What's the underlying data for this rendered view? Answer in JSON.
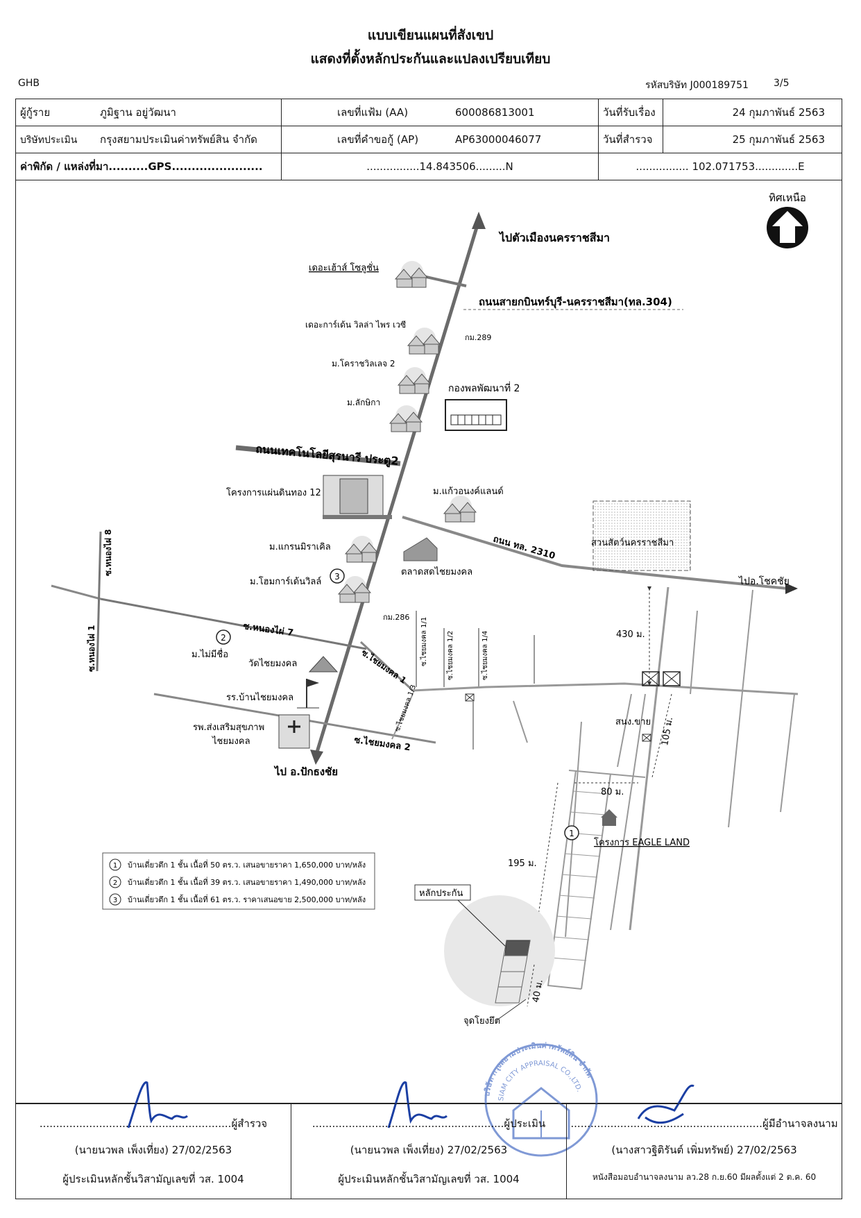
{
  "title_line1": "แบบเขียนแผนที่สังเขป",
  "title_line2": "แสดงที่ตั้งหลักประกันและแปลงเปรียบเทียบ",
  "ghb": "GHB",
  "company_code": "รหัสบริษัท J000189751",
  "page_no": "3/5",
  "info": {
    "borrower_label": "ผู้กู้ราย",
    "borrower_value": "ภูมิฐาน อยู่วัฒนา",
    "file_no_label": "เลขที่แฟ้ม (AA)",
    "file_no_value": "600086813001",
    "received_label": "วันที่รับเรื่อง",
    "received_value": "24 กุมภาพันธ์ 2563",
    "company_label": "บริษัทประเมิน",
    "company_value": "กรุงสยามประเมินค่าทรัพย์สิน จำกัด",
    "request_no_label": "เลขที่คำขอกู้ (AP)",
    "request_no_value": "AP63000046077",
    "survey_label": "วันที่สำรวจ",
    "survey_value": "25 กุมภาพันธ์ 2563",
    "coord_label": "ค่าพิกัด / แหล่งที่มา..........GPS.......................",
    "lat_value": "................14.843506.........N",
    "lon_value": "................ 102.071753.............E"
  },
  "map": {
    "north_label": "ทิศเหนือ",
    "to_korat": "ไปตัวเมืองนครราชสีมา",
    "road_304": "ถนนสายกบินทร์บุรี-นครราชสีมา(ทล.304)",
    "km289": "กม.289",
    "km286": "กม.286",
    "house_solution": "เดอะเฮ้าส์ โซลูชั่น",
    "garden_villa": "เดอะการ์เด้น วิลล่า ไพร เวซี",
    "korat_village2": "ม.โคราชวิลเลจ 2",
    "lakkika": "ม.ลักษิกา",
    "army2": "กองพลพัฒนาที่ 2",
    "technology_road": "ถนนเทคโนโลยีสุรนารี ประตู2",
    "phaendin_thong": "โครงการแผ่นดินทอง 12",
    "kaewong_land": "ม.แก้วอนงค์แลนด์",
    "zoo": "สวนสัตว์นครราชสีมา",
    "road_2310": "ถนน ทล. 2310",
    "grand_miracle": "ม.แกรนมิราเคิล",
    "market": "ตลาดสดไชยมงคล",
    "home_garden": "ม.โฮมการ์เด้นวิลล์",
    "to_chokchai": "ไปอ.โชคชัย",
    "soi_nongphai8": "ซ.หนองไผ่ 8",
    "soi_nongphai1": "ซ.หนองไผ่ 1",
    "soi_nongphai7": "ซ.หนองไผ่ 7",
    "no_name": "ม.ไม่มีชื่อ",
    "wat": "วัดไชยมงคล",
    "school": "รร.บ้านไชยมงคล",
    "hospital_line1": "รพ.ส่งเสริมสุขภาพ",
    "hospital_line2": "ไชยมงคล",
    "to_pakthongchai": "ไป อ.ปักธงชัย",
    "soi_chai1": "ซ.ไชยมงคล 1",
    "soi_chai11": "ซ.ไชยมงคล 1/1",
    "soi_chai12": "ซ.ไชยมงคล 1/2",
    "soi_chai13": "ซ.ไชยมงคล 1/3",
    "soi_chai14": "ซ.ไชยมงคล 1/4",
    "soi_chai2": "ซ.ไชยมงคล 2",
    "dist_430": "430 ม.",
    "snong_khai": "สนง.ขาย",
    "dist_105": "105 ม.",
    "dist_80": "80 ม.",
    "eagle_land": "โครงการ EAGLE LAND",
    "dist_195": "195 ม.",
    "collateral": "หลักประกัน",
    "dist_40": "40 ม.",
    "tie_point": "จุดโยงยึด",
    "legend": [
      {
        "num": "1",
        "text": "บ้านเดี่ยวตึก 1 ชั้น เนื้อที่ 50 ตร.ว. เสนอขายราคา 1,650,000 บาท/หลัง"
      },
      {
        "num": "2",
        "text": "บ้านเดี่ยวตึก 1 ชั้น เนื้อที่ 39 ตร.ว. เสนอขายราคา 1,490,000 บาท/หลัง"
      },
      {
        "num": "3",
        "text": "บ้านเดี่ยวตึก 1 ชั้น เนื้อที่ 61 ตร.ว. ราคาเสนอขาย 2,500,000 บาท/หลัง"
      }
    ],
    "marker1": "1",
    "marker2": "2",
    "marker3": "3"
  },
  "signatures": [
    {
      "line": "..........................................................ผู้สำรวจ",
      "name": "(นายนวพล  เพ็งเที่ยง)          27/02/2563",
      "license": "ผู้ประเมินหลักชั้นวิสามัญเลขที่ วส. 1004"
    },
    {
      "line": "..........................................................ผู้ประเมิน",
      "name": "(นายนวพล  เพ็งเที่ยง)          27/02/2563",
      "license": "ผู้ประเมินหลักชั้นวิสามัญเลขที่ วส. 1004"
    },
    {
      "line": "..........................................................ผู้มีอำนาจลงนาม",
      "name": "(นางสาวฐิติรันต์  เพิ่มทรัพย์) 27/02/2563",
      "license": "หนังสือมอบอำนาจลงนาม  ลว.28 ก.ย.60 มีผลตั้งแต่ 2 ต.ค. 60"
    }
  ],
  "stamp": {
    "text_th": "บริษัท กรุงสยามประเมินค่าทรัพย์สิน จำกัด",
    "text_en": "SIAM CITY APPRAISAL CO.,LTD."
  },
  "colors": {
    "ink": "#1a1a1a",
    "signature": "#1b3fa3",
    "stamp": "#5577c8",
    "road": "#6b6b6b"
  }
}
